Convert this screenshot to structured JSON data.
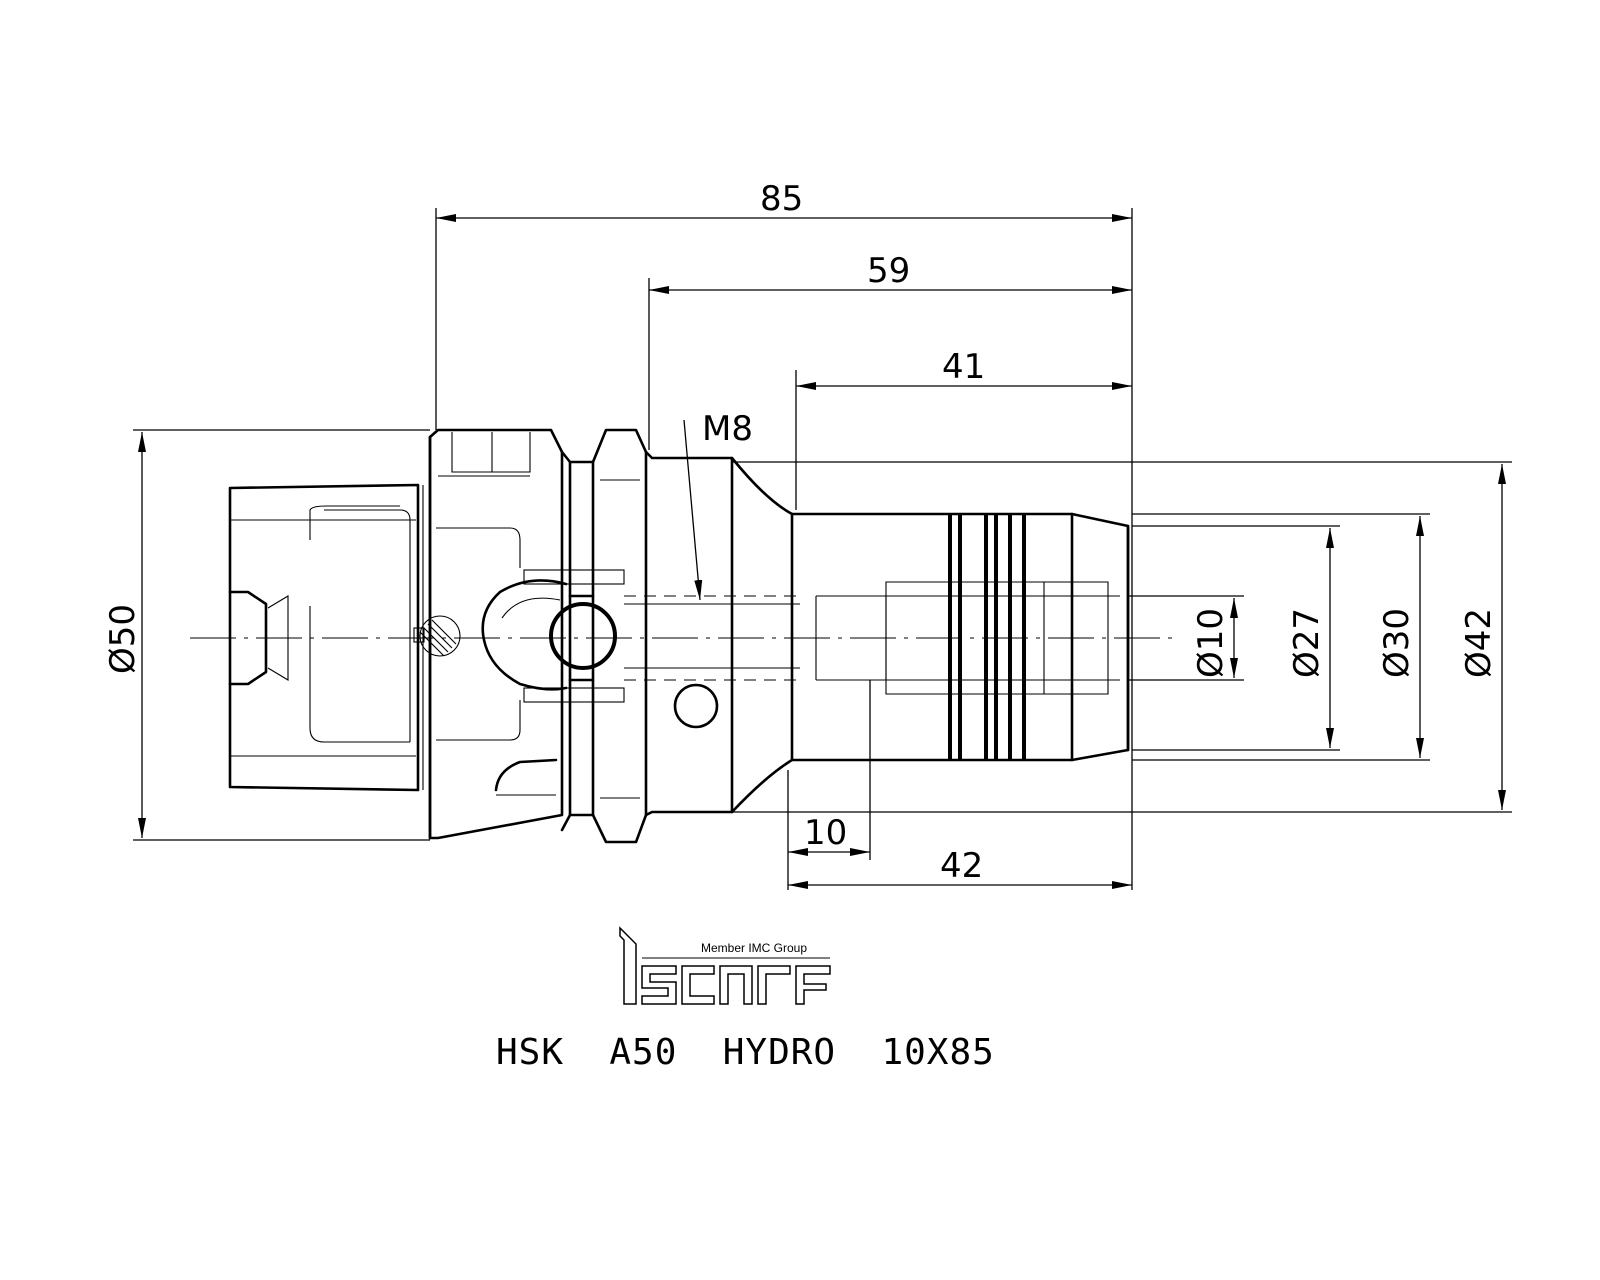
{
  "dimensions": {
    "overall_length": "85",
    "length_59": "59",
    "length_41": "41",
    "length_10": "10",
    "length_42": "42",
    "thread": "M8",
    "dia_50": "Ø50",
    "dia_10": "Ø10",
    "dia_27": "Ø27",
    "dia_30": "Ø30",
    "dia_42": "Ø42"
  },
  "logo": {
    "tagline": "Member IMC Group",
    "brand": "iscar"
  },
  "title": "HSK  A50  HYDRO  10X85"
}
